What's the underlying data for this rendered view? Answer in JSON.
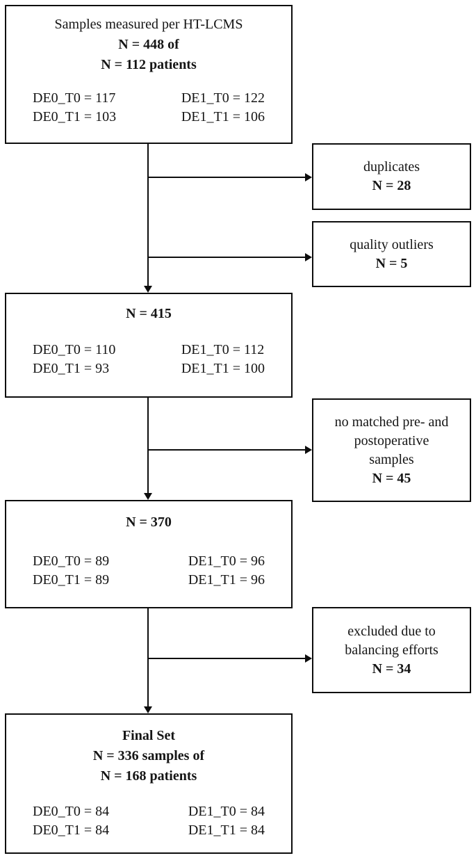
{
  "diagram": {
    "main_boxes": [
      {
        "id": "samples",
        "heading": [
          "Samples measured per HT-LCMS",
          "N = 448 of",
          "N = 112 patients"
        ],
        "left_col": [
          "DE0_T0 = 117",
          "DE0_T1 = 103"
        ],
        "right_col": [
          "DE1_T0 = 122",
          "DE1_T1 = 106"
        ]
      },
      {
        "id": "n415",
        "heading": [
          "N = 415"
        ],
        "left_col": [
          "DE0_T0 = 110",
          "DE0_T1 = 93"
        ],
        "right_col": [
          "DE1_T0 = 112",
          "DE1_T1 = 100"
        ]
      },
      {
        "id": "n370",
        "heading": [
          "N = 370"
        ],
        "left_col": [
          "DE0_T0 = 89",
          "DE0_T1 = 89"
        ],
        "right_col": [
          "DE1_T0 = 96",
          "DE1_T1 = 96"
        ]
      },
      {
        "id": "final",
        "heading": [
          "Final Set",
          "N = 336 samples of",
          "N = 168 patients"
        ],
        "left_col": [
          "DE0_T0 = 84",
          "DE0_T1 = 84"
        ],
        "right_col": [
          "DE1_T0 = 84",
          "DE1_T1 = 84"
        ]
      }
    ],
    "side_boxes": [
      {
        "id": "duplicates",
        "lines": [
          "duplicates"
        ],
        "n": "N = 28"
      },
      {
        "id": "quality-outliers",
        "lines": [
          "quality outliers"
        ],
        "n": "N = 5"
      },
      {
        "id": "no-matched",
        "lines": [
          "no matched pre- and",
          "postoperative",
          "samples"
        ],
        "n": "N = 45"
      },
      {
        "id": "balancing",
        "lines": [
          "excluded due to",
          "balancing efforts"
        ],
        "n": "N = 34"
      }
    ],
    "colors": {
      "line": "#0d0d0d",
      "background": "#ffffff",
      "text": "#151515"
    }
  }
}
